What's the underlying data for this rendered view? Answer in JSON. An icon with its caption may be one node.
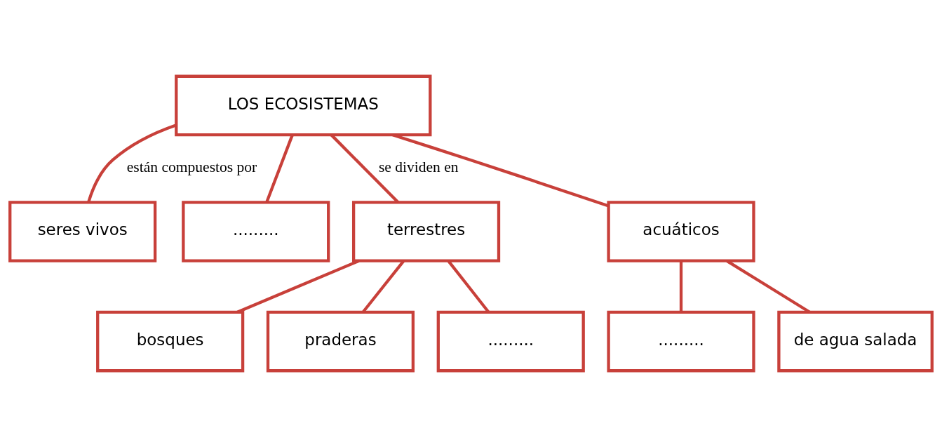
{
  "diagram": {
    "nodes": [
      {
        "text": [
          "LOS ECOSISTEMAS"
        ]
      },
      {
        "text": [
          "seres vivos"
        ]
      },
      {
        "text": [
          "........."
        ]
      },
      {
        "text": [
          "terrestres"
        ]
      },
      {
        "text": [
          "acuáticos"
        ]
      },
      {
        "text": [
          "bosques"
        ]
      },
      {
        "text": [
          "praderas"
        ]
      },
      {
        "text": [
          "........."
        ]
      },
      {
        "text": [
          "........."
        ]
      },
      {
        "text": [
          "de agua salada"
        ]
      }
    ],
    "edges": [
      {
        "from": 0,
        "to": 1,
        "arrow": "none",
        "label": "están compuestos por"
      },
      {
        "from": 0,
        "to": 2,
        "arrow": "none"
      },
      {
        "from": 0,
        "to": 3,
        "arrow": "none",
        "label": "se dividen en"
      },
      {
        "from": 0,
        "to": 4,
        "arrow": "none"
      },
      {
        "from": 3,
        "to": 5,
        "arrow": "none"
      },
      {
        "from": 3,
        "to": 6,
        "arrow": "none"
      },
      {
        "from": 3,
        "to": 7,
        "arrow": "none"
      },
      {
        "from": 4,
        "to": 8,
        "arrow": "none"
      },
      {
        "from": 4,
        "to": 9,
        "arrow": "none"
      }
    ]
  }
}
